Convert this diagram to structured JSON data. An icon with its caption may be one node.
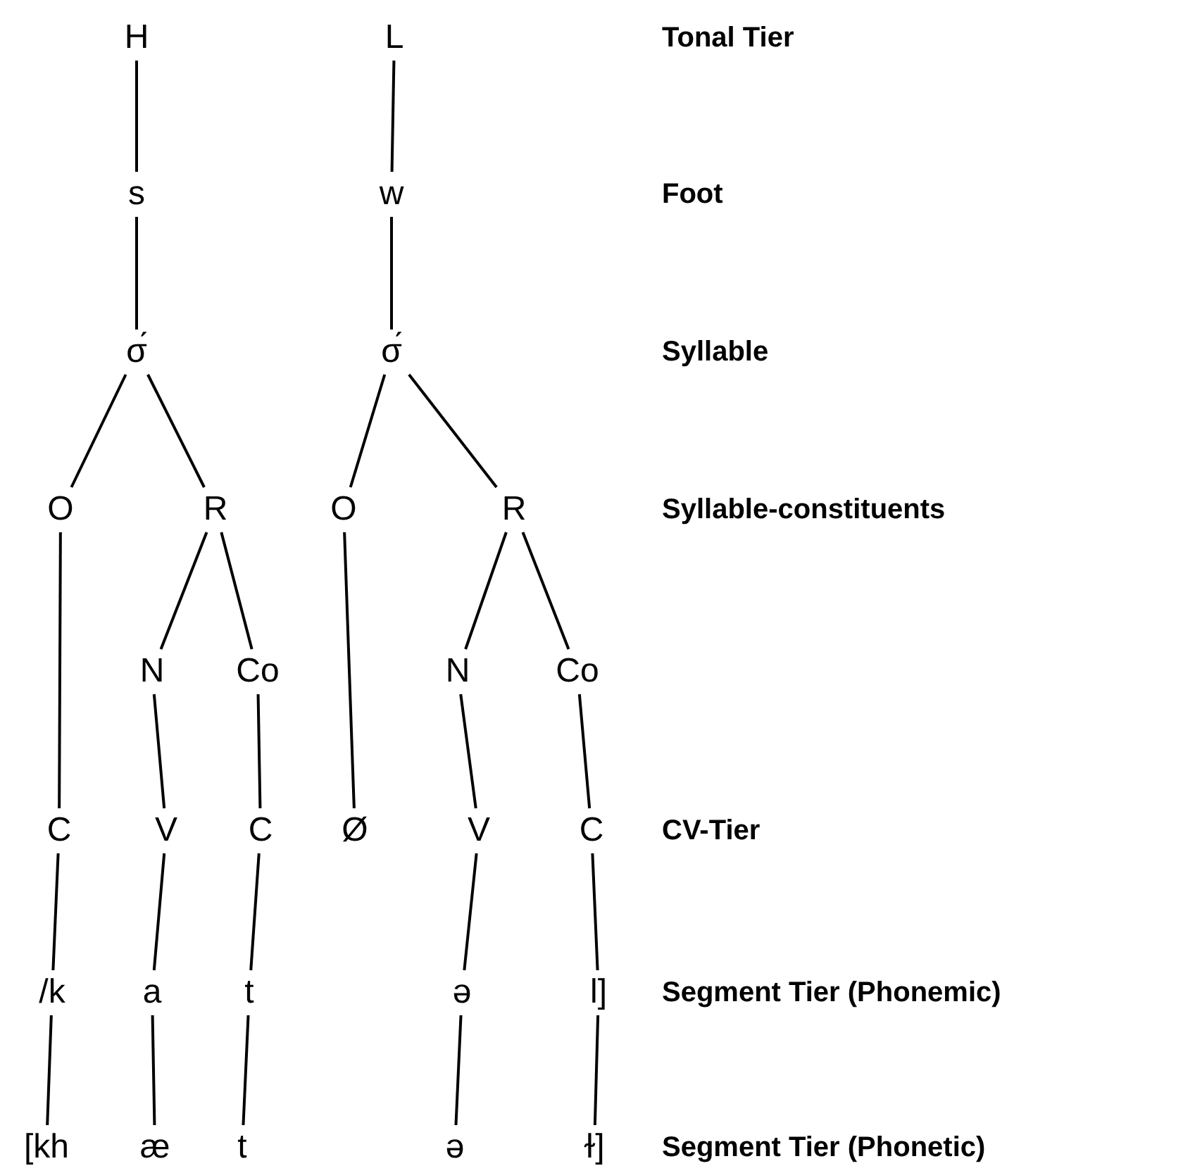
{
  "diagram": {
    "nodes": [
      {
        "text": [
          "H"
        ]
      },
      {
        "text": [
          "L"
        ]
      },
      {
        "text": [
          "s"
        ]
      },
      {
        "text": [
          "w"
        ]
      },
      {
        "text": [
          "σ́"
        ]
      },
      {
        "text": [
          "σ́"
        ]
      },
      {
        "text": [
          "O"
        ]
      },
      {
        "text": [
          "R"
        ]
      },
      {
        "text": [
          "O"
        ]
      },
      {
        "text": [
          "R"
        ]
      },
      {
        "text": [
          "N"
        ]
      },
      {
        "text": [
          "Co"
        ]
      },
      {
        "text": [
          "N"
        ]
      },
      {
        "text": [
          "Co"
        ]
      },
      {
        "text": [
          "C"
        ]
      },
      {
        "text": [
          "V"
        ]
      },
      {
        "text": [
          "C"
        ]
      },
      {
        "text": [
          "Ø"
        ]
      },
      {
        "text": [
          "V"
        ]
      },
      {
        "text": [
          "C"
        ]
      },
      {
        "text": [
          "/k"
        ]
      },
      {
        "text": [
          "a"
        ]
      },
      {
        "text": [
          "t"
        ]
      },
      {
        "text": [
          "ə"
        ]
      },
      {
        "text": [
          "l]"
        ]
      },
      {
        "text": [
          "[kh"
        ]
      },
      {
        "text": [
          "æ"
        ]
      },
      {
        "text": [
          "t"
        ]
      },
      {
        "text": [
          "ə"
        ]
      },
      {
        "text": [
          "ɫ]"
        ]
      }
    ],
    "edges": [
      {
        "from": 0,
        "to": 2,
        "arrow": "none"
      },
      {
        "from": 1,
        "to": 3,
        "arrow": "none"
      },
      {
        "from": 2,
        "to": 4,
        "arrow": "none"
      },
      {
        "from": 3,
        "to": 5,
        "arrow": "none"
      },
      {
        "from": 4,
        "to": 6,
        "arrow": "none"
      },
      {
        "from": 4,
        "to": 7,
        "arrow": "none"
      },
      {
        "from": 5,
        "to": 8,
        "arrow": "none"
      },
      {
        "from": 5,
        "to": 9,
        "arrow": "none"
      },
      {
        "from": 7,
        "to": 10,
        "arrow": "none"
      },
      {
        "from": 7,
        "to": 11,
        "arrow": "none"
      },
      {
        "from": 9,
        "to": 12,
        "arrow": "none"
      },
      {
        "from": 9,
        "to": 13,
        "arrow": "none"
      },
      {
        "from": 6,
        "to": 14,
        "arrow": "none"
      },
      {
        "from": 10,
        "to": 15,
        "arrow": "none"
      },
      {
        "from": 11,
        "to": 16,
        "arrow": "none"
      },
      {
        "from": 8,
        "to": 17,
        "arrow": "none"
      },
      {
        "from": 12,
        "to": 18,
        "arrow": "none"
      },
      {
        "from": 13,
        "to": 19,
        "arrow": "none"
      },
      {
        "from": 14,
        "to": 20,
        "arrow": "none"
      },
      {
        "from": 15,
        "to": 21,
        "arrow": "none"
      },
      {
        "from": 16,
        "to": 22,
        "arrow": "none"
      },
      {
        "from": 18,
        "to": 23,
        "arrow": "none"
      },
      {
        "from": 19,
        "to": 24,
        "arrow": "none"
      },
      {
        "from": 20,
        "to": 25,
        "arrow": "none"
      },
      {
        "from": 21,
        "to": 26,
        "arrow": "none"
      },
      {
        "from": 22,
        "to": 27,
        "arrow": "none"
      },
      {
        "from": 23,
        "to": 28,
        "arrow": "none"
      },
      {
        "from": 24,
        "to": 29,
        "arrow": "none"
      }
    ],
    "labels": [
      "Tonal Tier",
      "Foot",
      "Syllable",
      "Syllable-constituents",
      "CV-Tier",
      "Segment Tier (Phonemic)",
      "Segment Tier (Phonetic)"
    ]
  }
}
